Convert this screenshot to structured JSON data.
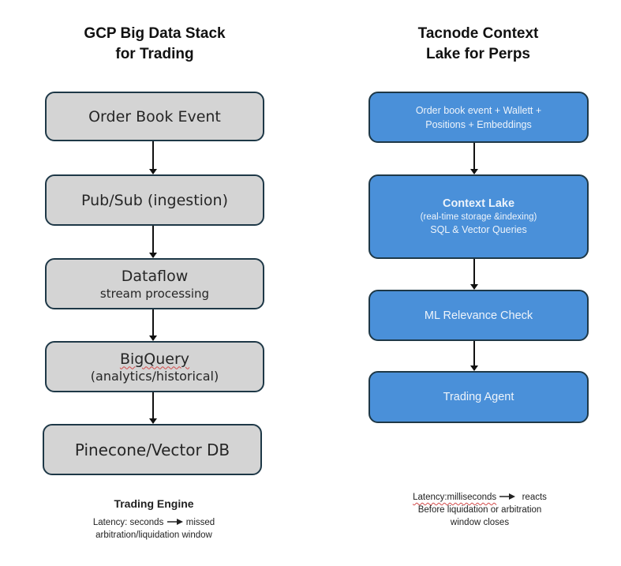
{
  "left": {
    "title_line1": "GCP Big Data Stack",
    "title_line2": "for Trading",
    "boxes": [
      {
        "main": "Order Book Event"
      },
      {
        "main": "Pub/Sub (ingestion)"
      },
      {
        "main": "Dataflow",
        "sub": "stream processing"
      },
      {
        "main": "BigQuery",
        "sub": "(analytics/historical)"
      },
      {
        "main": "Pinecone/Vector DB"
      }
    ],
    "caption": {
      "heading": "Trading Engine",
      "line1_before": "Latency: seconds",
      "arrow_icon": "right-arrow",
      "line1_after": "missed",
      "line2": "arbitration/liquidation window"
    }
  },
  "right": {
    "title_line1": "Tacnode Context",
    "title_line2": "Lake for Perps",
    "boxes": [
      {
        "line1": "Order book event + Wallett +",
        "line2": "Positions + Embeddings"
      },
      {
        "heading": "Context Lake",
        "line1": "(real-time storage &indexing)",
        "line2": "SQL & Vector Queries"
      },
      {
        "main": "ML Relevance Check"
      },
      {
        "main": "Trading Agent"
      }
    ],
    "caption": {
      "line1_before": "Latency:milliseconds",
      "arrow_icon": "right-arrow",
      "line1_after": "reacts",
      "line2": "Before liquidation or arbitration",
      "line3": "window closes"
    }
  },
  "colors": {
    "gray_box": "#d4d4d4",
    "blue_box": "#4a90d9",
    "border": "#1e3847"
  }
}
